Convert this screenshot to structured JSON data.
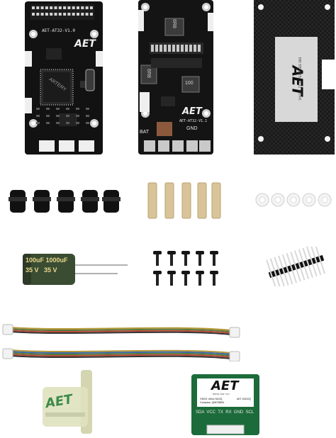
{
  "boards": {
    "fc": {
      "label": "AET-AT32-V1.0",
      "chip": "ARTERY",
      "logo": "AET"
    },
    "pdb": {
      "logo": "AET",
      "label": "AET-AT32-V1.1",
      "gnd": "GND",
      "bat": "BAT",
      "ind1": "6R8",
      "ind2": "100"
    },
    "cover": {
      "logo": "AET",
      "series": "DR SERIES AT32 WING"
    }
  },
  "capacitor": {
    "line1": "100uF 1000uF",
    "line2": "35 V   35 V"
  },
  "gps": {
    "logo": "AET",
    "tagline": "DRIVE FOR YOU",
    "row1_a": "GNSS: Ublox M10Q",
    "row1_b": "AET-GM10Q",
    "row2": "Compass: QMC5883L",
    "pins": "SDA  VCC  TX  RX  GND  SCL"
  },
  "colors": {
    "pcb": "#121212",
    "brass": "#d9c49a",
    "rubber": "#111111",
    "washer": "#f4f4f4",
    "capacitor": "#3a4d33",
    "gps_pcb": "#1c6b3a",
    "antenna": "#cfd2a8"
  }
}
